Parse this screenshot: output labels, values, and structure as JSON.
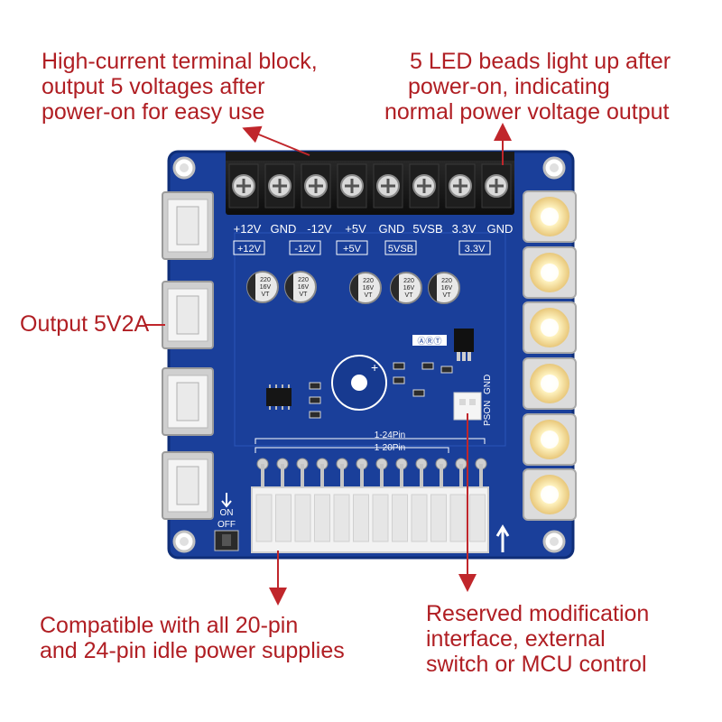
{
  "callouts": {
    "terminal": [
      "High-current terminal block,",
      "output 5 voltages after",
      "power-on for easy use"
    ],
    "led": [
      "5 LED beads light up after",
      "power-on, indicating",
      "normal power voltage output"
    ],
    "usb": [
      "Output 5V2A"
    ],
    "atx": [
      "Compatible with all 20-pin",
      "and 24-pin idle power supplies"
    ],
    "mod": [
      "Reserved modification",
      "interface, external",
      "switch or MCU control"
    ]
  },
  "board": {
    "terminal_labels": [
      "+12V",
      "GND",
      "-12V",
      "+5V",
      "GND",
      "5VSB",
      "3.3V",
      "GND"
    ],
    "boxed_labels": [
      "+12V",
      "-12V",
      "+5V",
      "5VSB",
      "3.3V"
    ],
    "capacitors": [
      {
        "line1": "220",
        "line2": "16V",
        "line3": "VT"
      },
      {
        "line1": "220",
        "line2": "16V",
        "line3": "VT"
      },
      {
        "line1": "220",
        "line2": "16V",
        "line3": "VT"
      },
      {
        "line1": "220",
        "line2": "16V",
        "line3": "VT"
      },
      {
        "line1": "220",
        "line2": "16V",
        "line3": "VT"
      }
    ],
    "pin_24": "1-24Pin",
    "pin_20": "1-20Pin",
    "pson_label": "PSON",
    "gnd_label": "GND",
    "on_label": "ON",
    "off_label": "OFF",
    "chip_label": "ⒶⓇⓉ"
  },
  "colors": {
    "callout_text": "#b01e23",
    "pcb": "#1a3f9a",
    "led_glow": "#fff2b8"
  }
}
